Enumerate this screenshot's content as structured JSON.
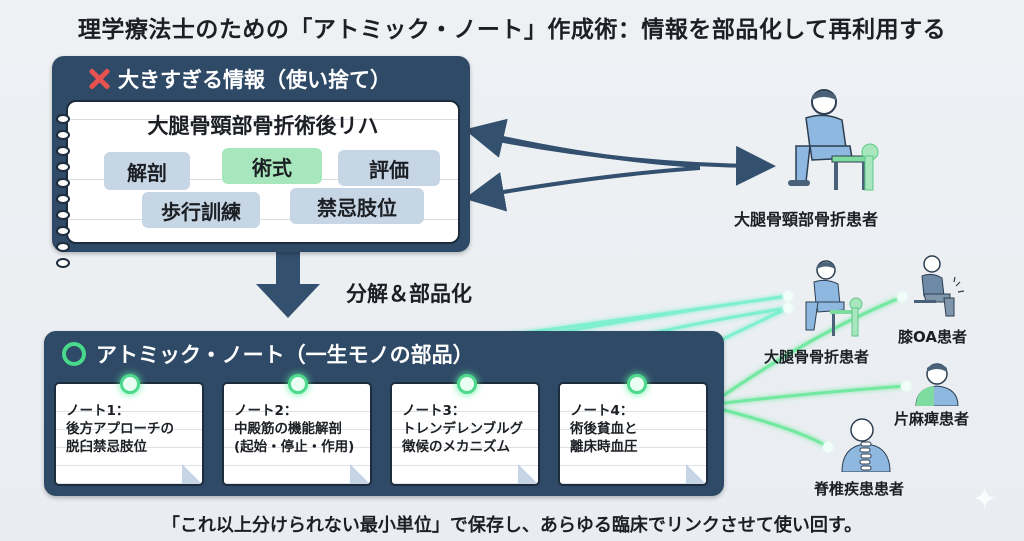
{
  "title": "理学療法士のための「アトミック・ノート」作成術：情報を部品化して再利用する",
  "top_panel": {
    "header": "大きすぎる情報（使い捨て）",
    "header_icon": "x-icon",
    "notebook_title": "大腿骨頸部骨折術後リハ",
    "tags": [
      "解剖",
      "術式",
      "評価",
      "歩行訓練",
      "禁忌肢位"
    ]
  },
  "top_patient": {
    "label": "大腿骨頸部骨折患者"
  },
  "transition_label": "分解＆部品化",
  "bottom_panel": {
    "header": "アトミック・ノート（一生モノの部品）",
    "header_icon": "circle-icon",
    "notes": [
      {
        "title": "ノート1：",
        "line1": "後方アプローチの",
        "line2": "脱臼禁忌肢位"
      },
      {
        "title": "ノート2：",
        "line1": "中殿筋の機能解剖",
        "line2": "(起始・停止・作用)"
      },
      {
        "title": "ノート3：",
        "line1": "トレンデレンブルグ",
        "line2": "徴候のメカニズム"
      },
      {
        "title": "ノート4：",
        "line1": "術後貧血と",
        "line2": "離床時血圧"
      }
    ]
  },
  "patients": [
    {
      "label": "大腿骨骨折患者"
    },
    {
      "label": "膝OA患者"
    },
    {
      "label": "片麻痺患者"
    },
    {
      "label": "脊椎疾患患者"
    }
  ],
  "footer": "「これ以上分けられない最小単位」で保存し、あらゆる臨床でリンクさせて使い回す。",
  "colors": {
    "panel": "#2f4a66",
    "accent_green": "#49d98a",
    "accent_red": "#e5524f",
    "tag_blue": "#c7d6e4",
    "tag_green": "#a8e7bd",
    "patient_blue": "#8fb8e0"
  }
}
